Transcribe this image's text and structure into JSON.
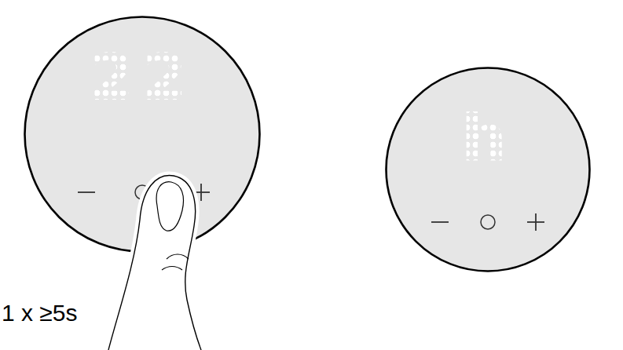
{
  "diagram": {
    "nodes": [
      {
        "text": [
          "22"
        ]
      },
      {
        "text": [
          "h"
        ]
      }
    ],
    "labels": [
      "1 x ≥5s"
    ]
  }
}
